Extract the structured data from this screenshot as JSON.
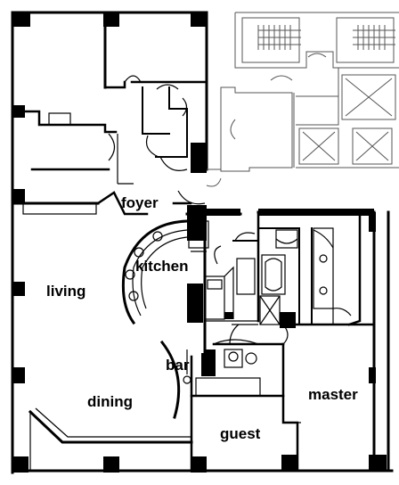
{
  "floor_plan": {
    "rooms": {
      "foyer": "foyer",
      "kitchen": "kitchen",
      "living": "living",
      "bar": "bar",
      "dining": "dining",
      "master": "master",
      "guest": "guest"
    },
    "colors": {
      "ink": "#000000",
      "paper": "#ffffff",
      "core_lines": "#555555"
    }
  }
}
